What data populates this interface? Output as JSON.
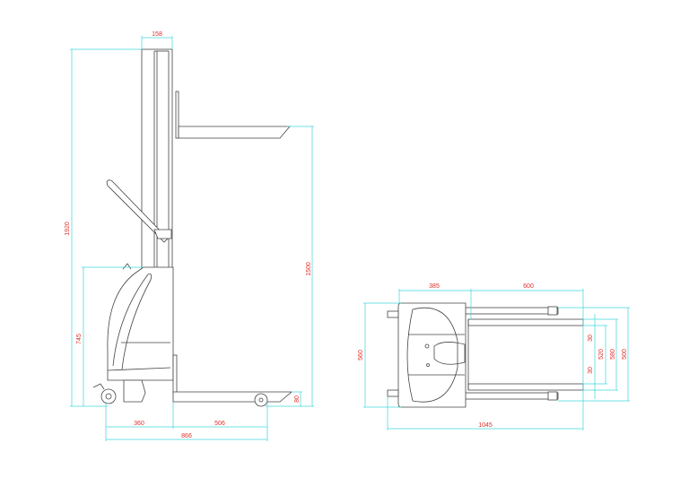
{
  "colors": {
    "outline": "#444444",
    "dimension_line": "#3fd6dc",
    "dimension_text": "#e0302b"
  },
  "side_view": {
    "dimensions": {
      "mast_width": "158",
      "overall_height": "1920",
      "body_height": "745",
      "lift_height": "1500",
      "fork_height": "80",
      "body_length": "360",
      "fork_to_wheel": "506",
      "overall_length": "866"
    }
  },
  "top_view": {
    "dimensions": {
      "body_length": "385",
      "fork_length": "600",
      "body_width": "560",
      "fork_width_top": "30",
      "fork_inner_span": "520",
      "fork_outer_span": "580",
      "leg_span": "500",
      "fork_width_bottom": "30",
      "overall_length": "1045"
    }
  }
}
